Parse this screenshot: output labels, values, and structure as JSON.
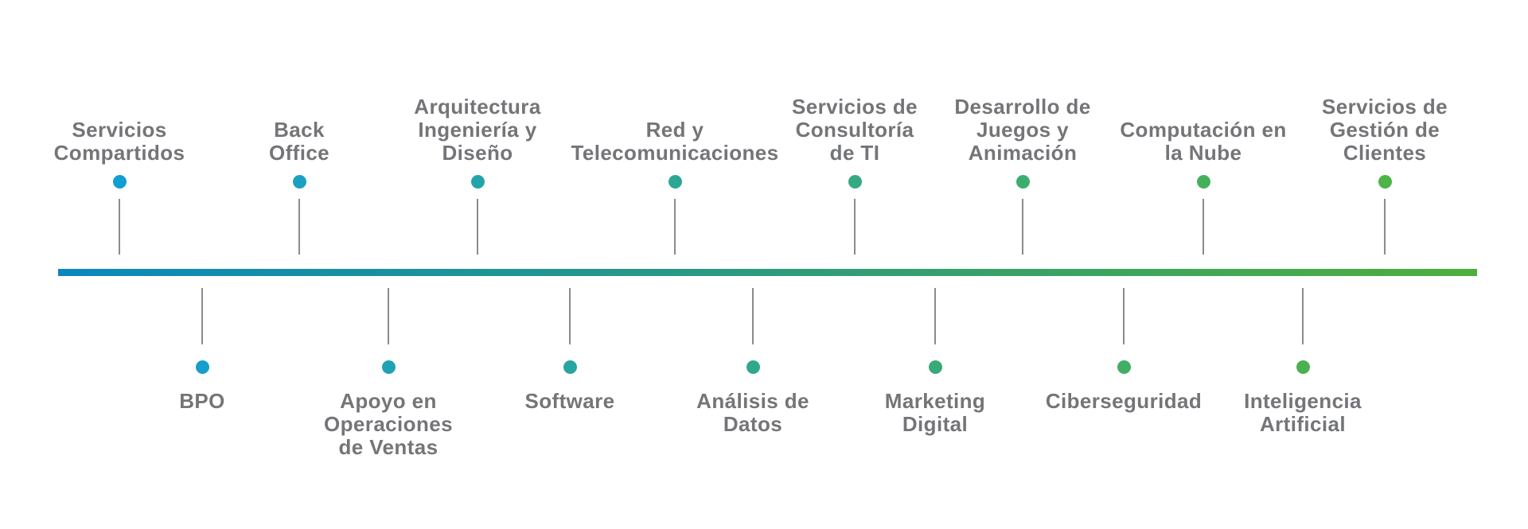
{
  "timeline": {
    "bar": {
      "start_color": "#0a88bd",
      "end_color": "#4fae3d"
    },
    "connector_color": "#8a8b8e",
    "label_color": "#747578",
    "top_items": [
      {
        "label": "Servicios\nCompartidos",
        "dot_color": "#119ed2"
      },
      {
        "label": "Back\nOffice",
        "dot_color": "#1aa1bf"
      },
      {
        "label": "Arquitectura\nIngeniería y\nDiseño",
        "dot_color": "#22a4ab"
      },
      {
        "label": "Red y\nTelecomunicaciones",
        "dot_color": "#2ca796"
      },
      {
        "label": "Servicios de\nConsultoría\nde TI",
        "dot_color": "#34aa82"
      },
      {
        "label": "Desarrollo de\nJuegos y\nAnimación",
        "dot_color": "#3cad70"
      },
      {
        "label": "Computación en\nla Nube",
        "dot_color": "#45b05c"
      },
      {
        "label": "Servicios de\nGestión de\nClientes",
        "dot_color": "#4eb348"
      }
    ],
    "bottom_items": [
      {
        "label": "BPO",
        "dot_color": "#159fc9"
      },
      {
        "label": "Apoyo en\nOperaciones\nde Ventas",
        "dot_color": "#1ea2b5"
      },
      {
        "label": "Software",
        "dot_color": "#27a5a1"
      },
      {
        "label": "Análisis de\nDatos",
        "dot_color": "#2fa88d"
      },
      {
        "label": "Marketing\nDigital",
        "dot_color": "#38aa79"
      },
      {
        "label": "Ciberseguridad",
        "dot_color": "#41ae65"
      },
      {
        "label": "Inteligencia\nArtificial",
        "dot_color": "#4ab151"
      }
    ]
  }
}
